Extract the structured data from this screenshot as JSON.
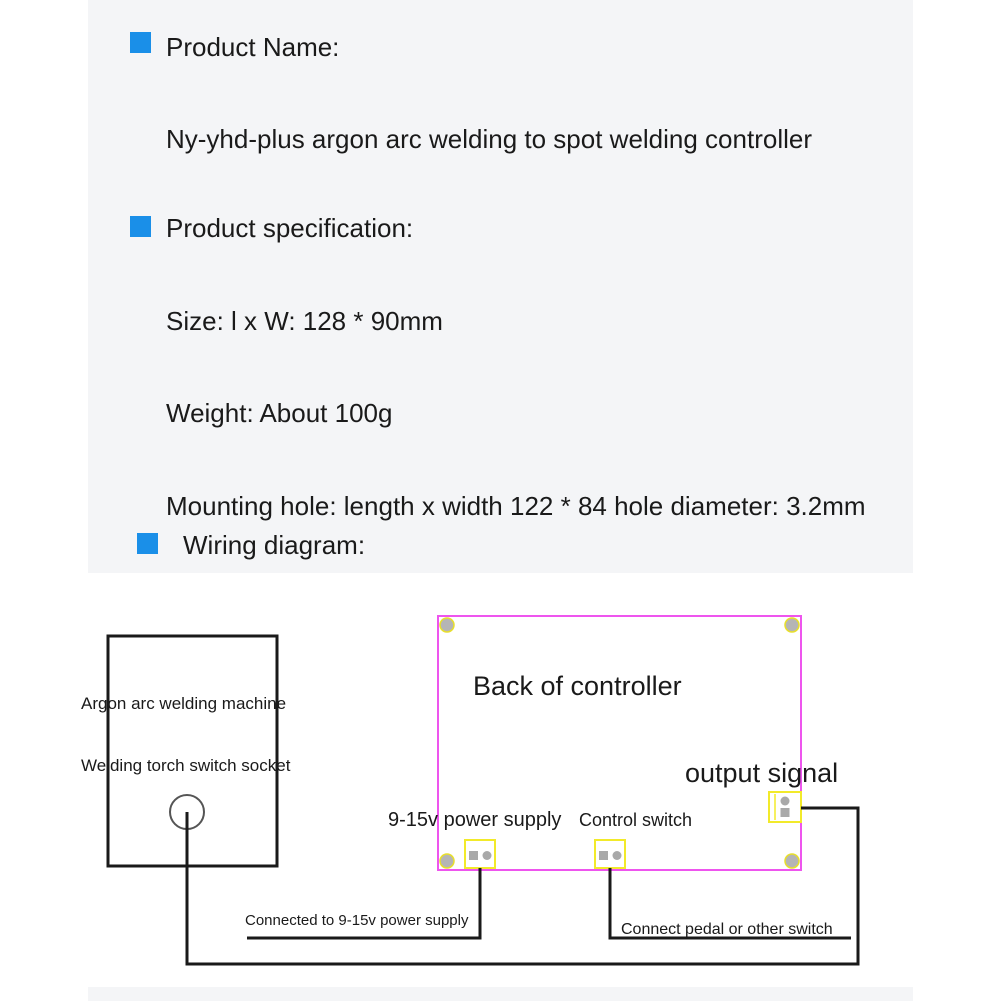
{
  "colors": {
    "panel_bg": "#f4f5f7",
    "bullet": "#1a8fe8",
    "board_border": "#ee55ee",
    "terminal_border": "#f2ea2a",
    "wire": "#1a1a1a"
  },
  "spec": {
    "product_name_heading": "Product Name:",
    "product_name_value": "Ny-yhd-plus argon arc welding to spot welding controller",
    "spec_heading": "Product specification:",
    "size": "Size: l x W: 128 * 90mm",
    "weight": "Weight: About 100g",
    "mounting": "Mounting hole: length x width 122 * 84 hole diameter: 3.2mm",
    "wiring_heading": "Wiring diagram:"
  },
  "diagram": {
    "machine_label_1": "Argon arc welding machine",
    "machine_label_2": "Welding torch switch socket",
    "controller_title": "Back of controller",
    "output_signal": "output signal",
    "power_supply": "9-15v power supply",
    "control_switch": "Control switch",
    "power_connection": "Connected to 9-15v power supply",
    "pedal_connection": "Connect pedal or other switch"
  }
}
